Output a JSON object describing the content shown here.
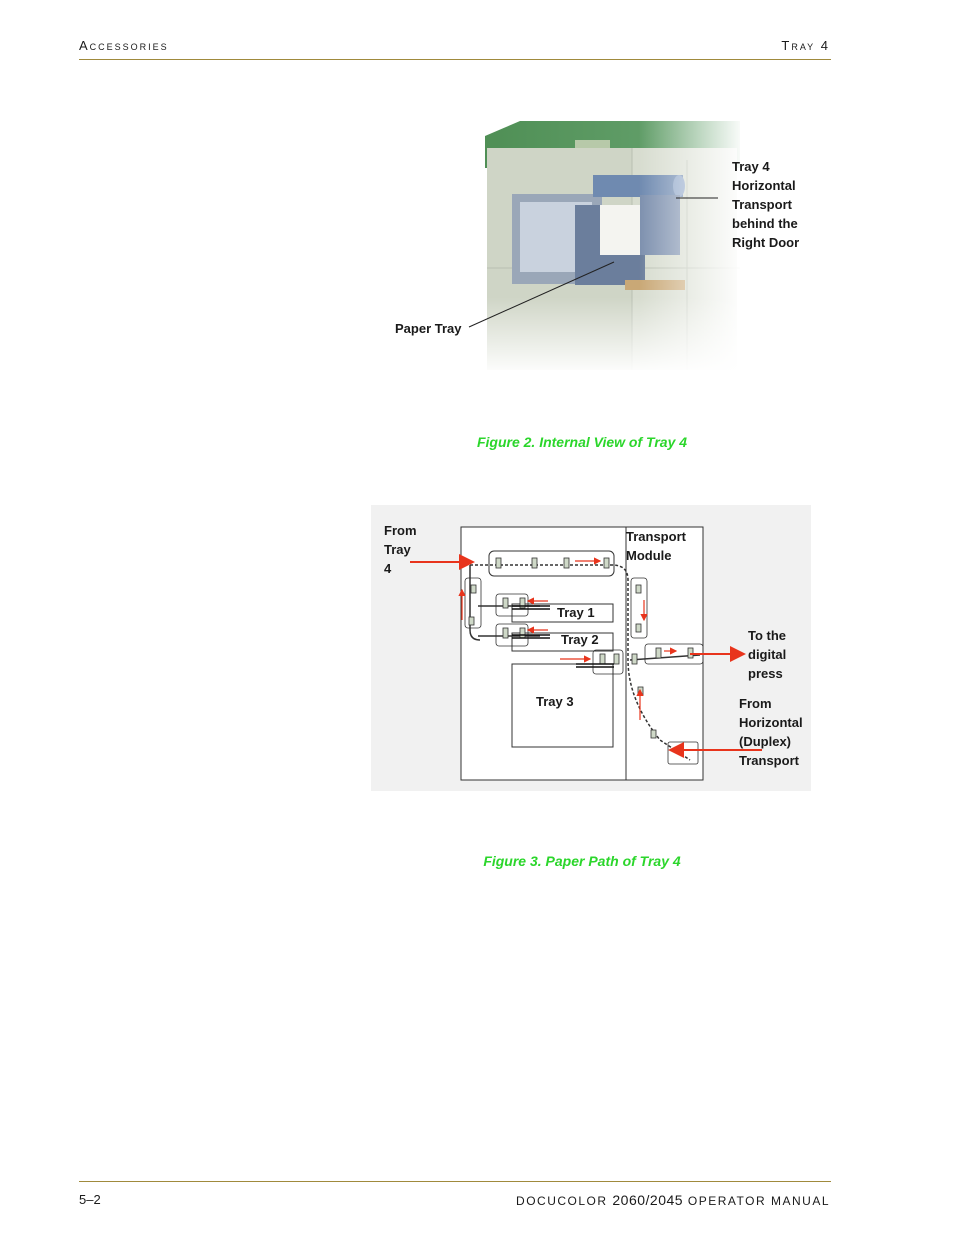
{
  "header": {
    "left": "Accessories",
    "right": "Tray 4"
  },
  "figure2": {
    "caption": "Figure 2. Internal View of Tray 4",
    "callout_right_lines": [
      "Tray 4",
      "Horizontal",
      "Transport",
      "behind the",
      "Right Door"
    ],
    "callout_left": "Paper Tray"
  },
  "figure3": {
    "caption": "Figure 3. Paper Path of Tray 4",
    "from_tray4_lines": [
      "From",
      "Tray",
      "4"
    ],
    "transport_module_lines": [
      "Transport",
      "Module"
    ],
    "tray1": "Tray 1",
    "tray2": "Tray 2",
    "tray3": "Tray 3",
    "to_press_lines": [
      "To the",
      "digital",
      "press"
    ],
    "from_horizontal_lines": [
      "From",
      "Horizontal",
      "(Duplex)",
      "Transport"
    ],
    "arrow_color": "#e8341c"
  },
  "footer": {
    "page": "5–2",
    "doc_prefix": "DOCUCOLOR ",
    "doc_number": "2060/2045",
    "doc_suffix": " OPERATOR MANUAL"
  }
}
